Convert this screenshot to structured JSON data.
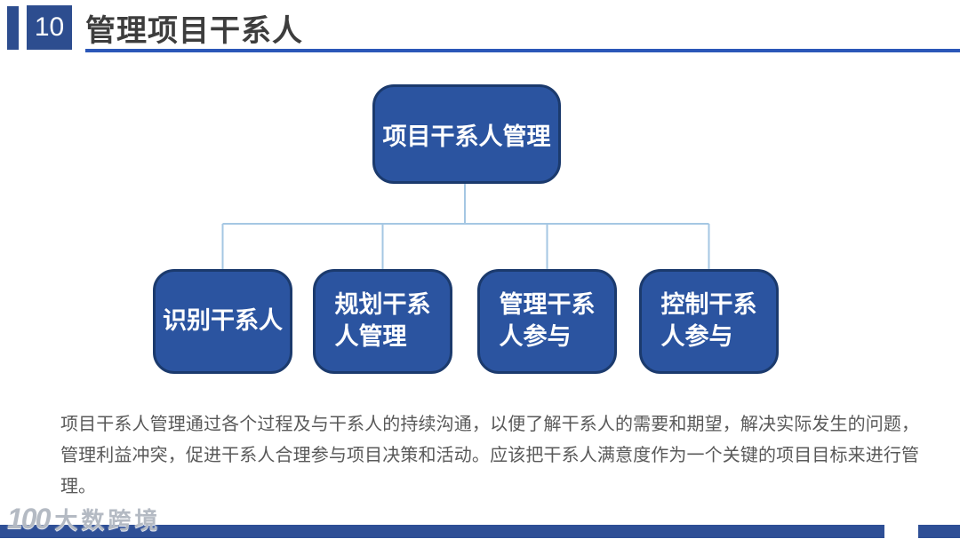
{
  "slide": {
    "page_number": "10",
    "title": "管理项目干系人"
  },
  "diagram": {
    "type": "org-chart",
    "root": {
      "label": "项目干系人管理"
    },
    "children": [
      {
        "label": "识别干系人"
      },
      {
        "label": "规划干系\n人管理"
      },
      {
        "label": "管理干系\n人参与"
      },
      {
        "label": "控制干系\n人参与"
      }
    ]
  },
  "body_text": "项目干系人管理通过各个过程及与干系人的持续沟通，以便了解干系人的需要和期望，解决实际发生的问题，管理利益冲突，促进干系人合理参与项目决策和活动。应该把干系人满意度作为一个关键的项目目标来进行管理。",
  "watermark": {
    "logo_text": "100",
    "text": "大数跨境"
  },
  "colors": {
    "header_accent": "#2d4d8f",
    "title_text": "#3d3d3d",
    "title_underline": "#2b57b8",
    "node_fill": "#2b54a0",
    "node_border": "#1b3a6d",
    "node_text": "#ffffff",
    "connector": "#a5c7e3",
    "body_text": "#595959",
    "footer_bar": "#2e4f96"
  }
}
